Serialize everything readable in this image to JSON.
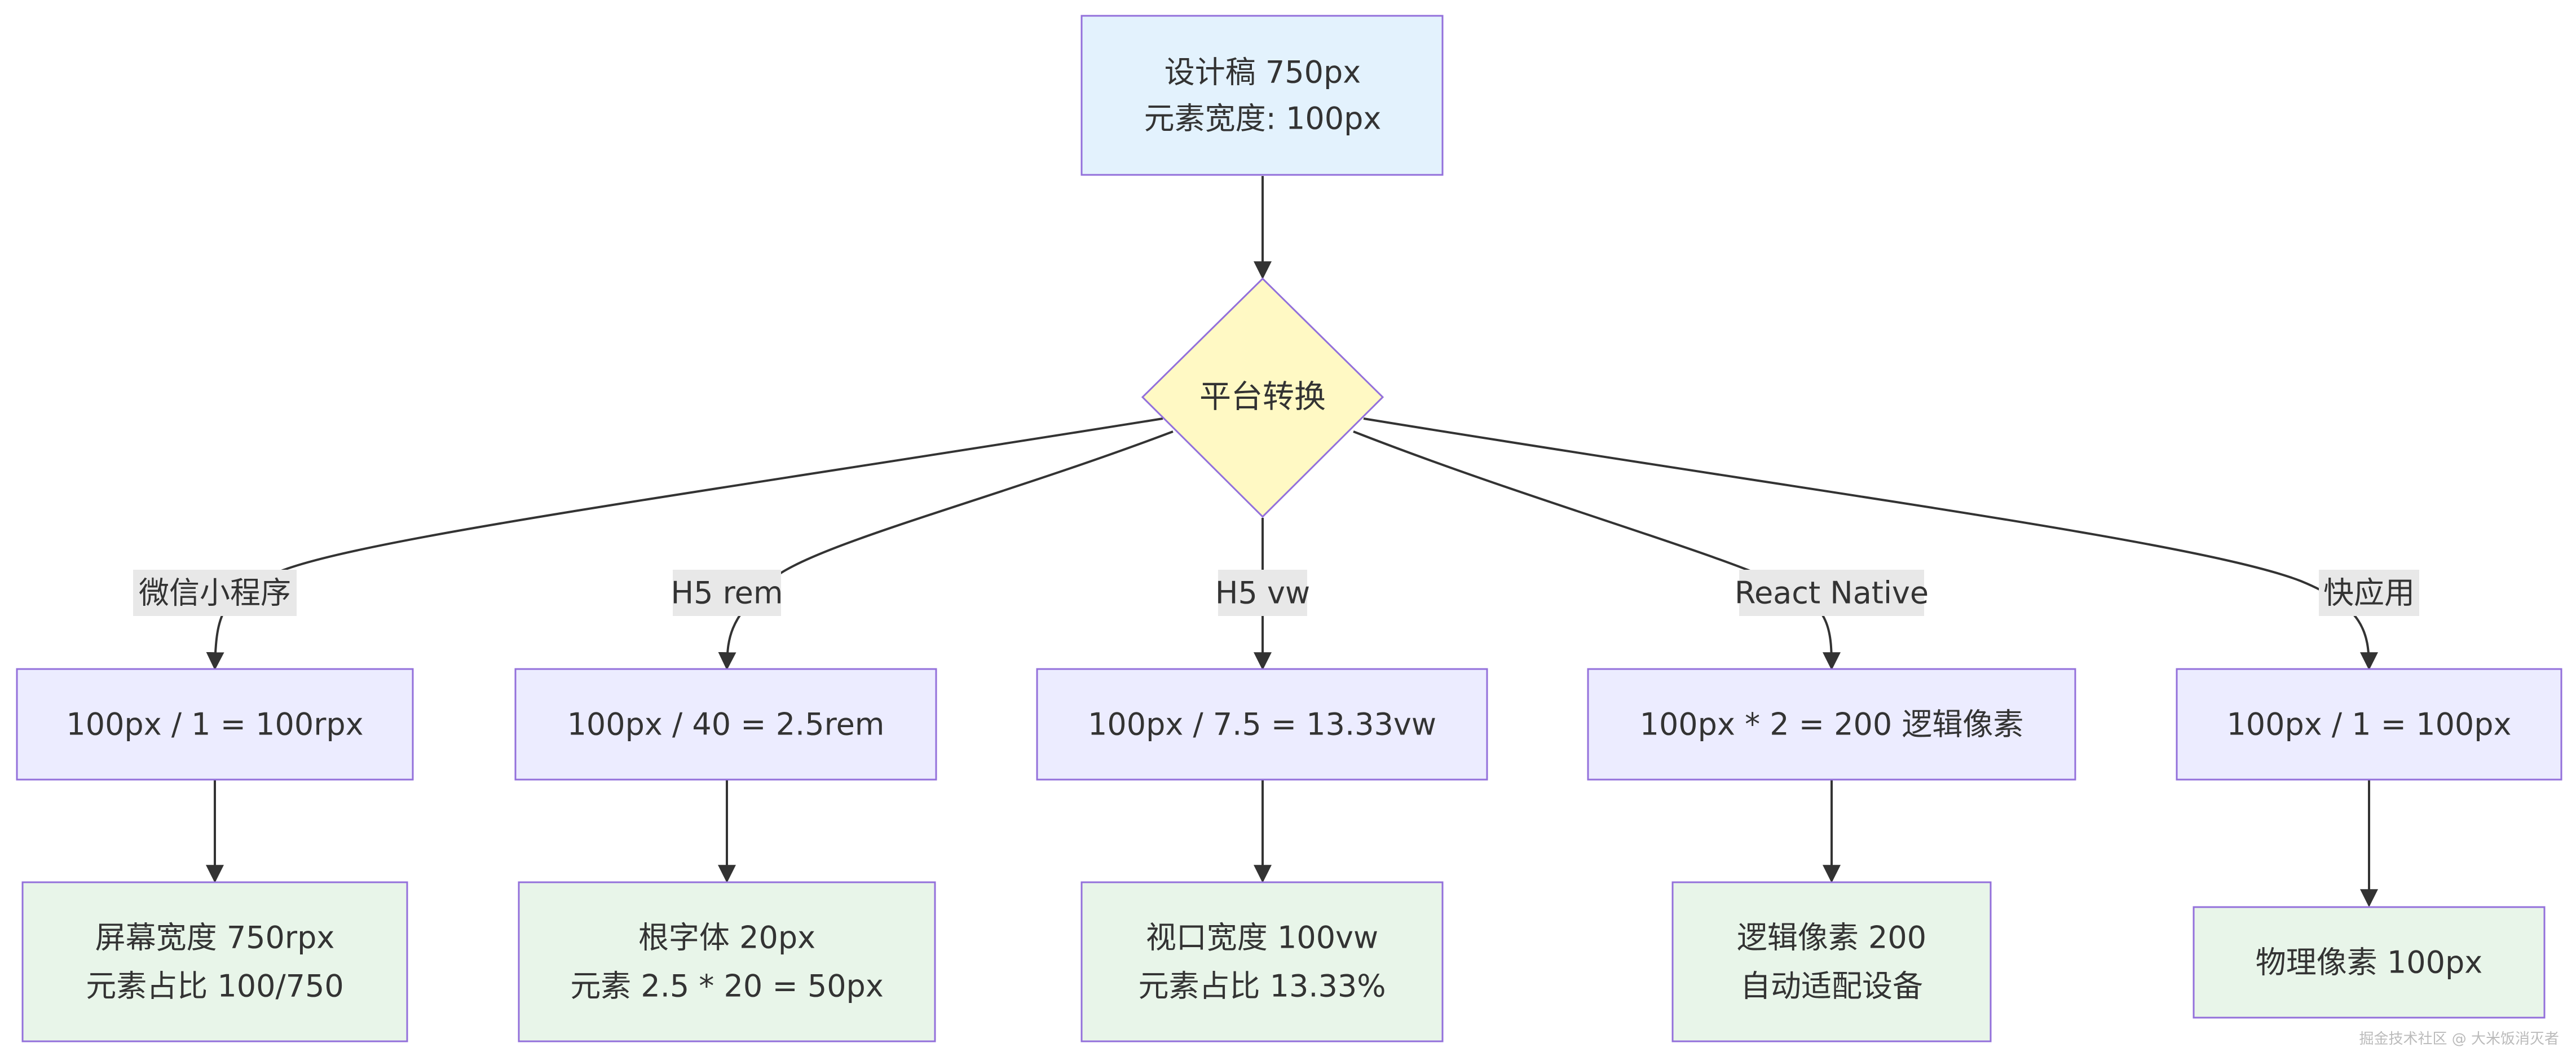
{
  "diagram": {
    "start": {
      "line1": "设计稿 750px",
      "line2": "元素宽度: 100px"
    },
    "decision": {
      "label": "平台转换"
    },
    "branches": [
      {
        "edge_label": "微信小程序",
        "calc": "100px / 1 = 100rpx",
        "result_line1": "屏幕宽度 750rpx",
        "result_line2": "元素占比 100/750"
      },
      {
        "edge_label": "H5 rem",
        "calc": "100px / 40 = 2.5rem",
        "result_line1": "根字体 20px",
        "result_line2": "元素 2.5 * 20 = 50px"
      },
      {
        "edge_label": "H5 vw",
        "calc": "100px / 7.5 = 13.33vw",
        "result_line1": "视口宽度 100vw",
        "result_line2": "元素占比 13.33%"
      },
      {
        "edge_label": "React Native",
        "calc": "100px * 2 = 200 逻辑像素",
        "result_line1": "逻辑像素 200",
        "result_line2": "自动适配设备"
      },
      {
        "edge_label": "快应用",
        "calc": "100px / 1 = 100px",
        "result_line1": "物理像素 100px",
        "result_line2": ""
      }
    ]
  },
  "colors": {
    "start_fill": "#e3f2fd",
    "decision_fill": "#fff9c4",
    "calc_fill": "#ececff",
    "result_fill": "#e8f5e9",
    "stroke": "#9370db",
    "edge": "#333333",
    "label_bg": "#e8e8e8"
  },
  "watermark": "掘金技术社区 @ 大米饭消灭者"
}
